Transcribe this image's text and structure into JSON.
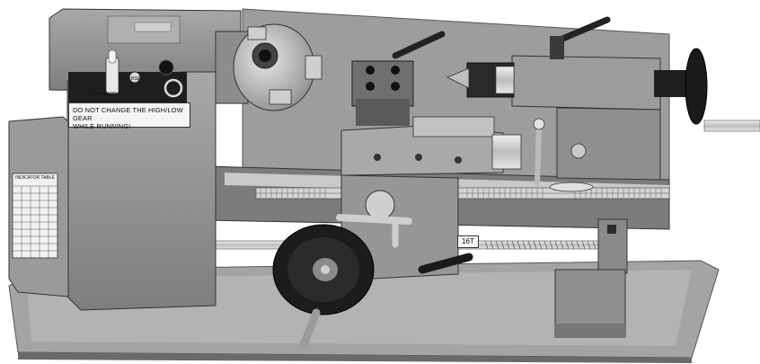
{
  "image": {
    "subject": "Mini metal lathe"
  },
  "labels": {
    "warning_line1": "DO NOT CHANGE THE HIGH/LOW GEAR",
    "warning_line2": "WHILE RUNNING!",
    "gear_tag": "16T",
    "indicator_table_title": "INDICATOR TABLE",
    "switch_reverse": "REVERSE",
    "switch_forward": "FORWARD"
  },
  "colors": {
    "body": "#8f8f8f",
    "body_dark": "#6f6f6f",
    "body_light": "#b8b8b8",
    "metal": "#d9d9d9",
    "black": "#1a1a1a",
    "tray": "#9a9a9a"
  }
}
